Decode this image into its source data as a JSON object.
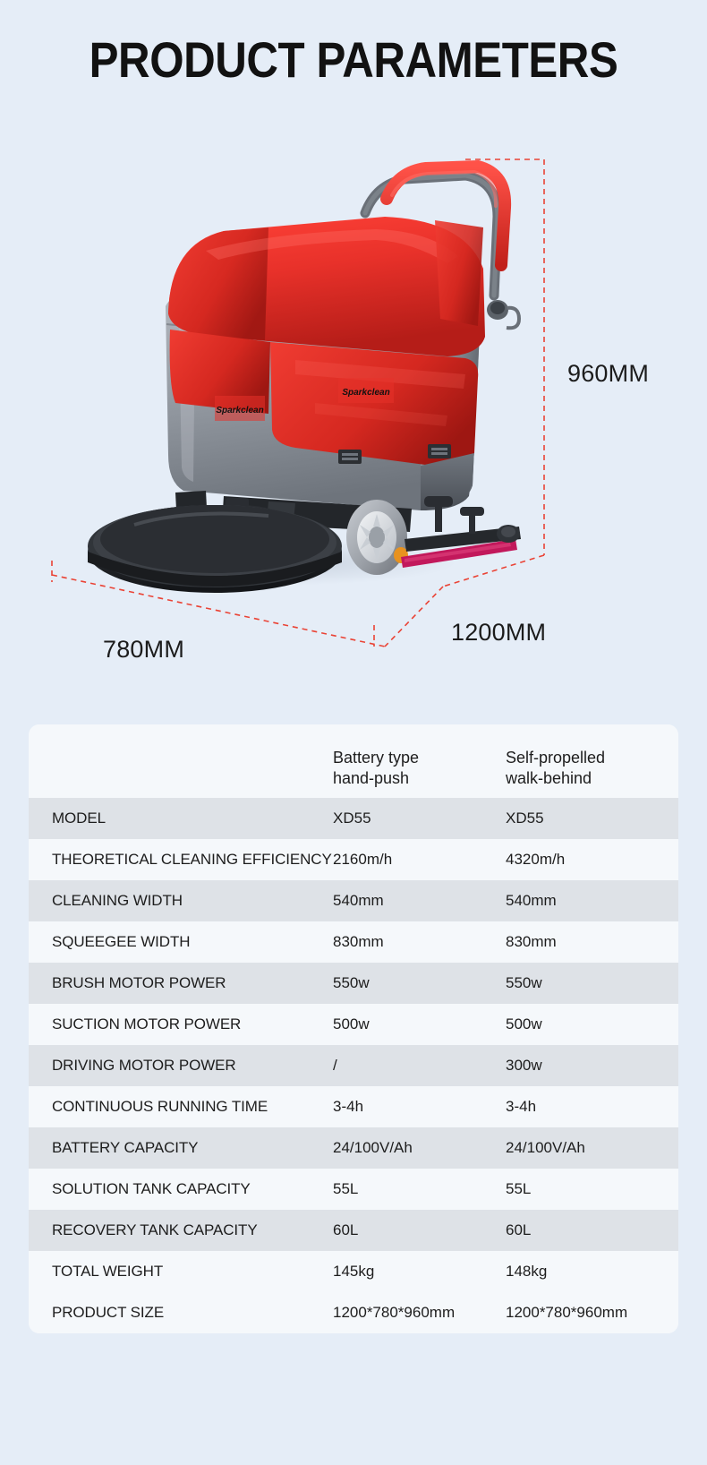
{
  "page": {
    "title": "PRODUCT PARAMETERS",
    "background_color": "#e5edf7",
    "card_color": "#f5f8fb"
  },
  "hero": {
    "product_name": "floor-scrubber",
    "brand_logo_text": "Sparkclean",
    "colors": {
      "body_red": "#e8312a",
      "body_gray": "#8e949c",
      "deck_black": "#1f2124",
      "squeegee_magenta": "#c2185b",
      "dimension_line": "#ea4335"
    },
    "dimensions": {
      "height": "960MM",
      "width": "780MM",
      "depth": "1200MM"
    }
  },
  "spec_table": {
    "columns": [
      {
        "label": "",
        "line1": "",
        "line2": ""
      },
      {
        "label": "Battery type hand-push",
        "line1": "Battery type",
        "line2": "hand-push"
      },
      {
        "label": "Self-propelled walk-behind",
        "line1": "Self-propelled",
        "line2": "walk-behind"
      }
    ],
    "rows": [
      {
        "name": "MODEL",
        "v1": "XD55",
        "v2": "XD55"
      },
      {
        "name": "THEORETICAL CLEANING EFFICIENCY",
        "v1": "2160m/h",
        "v2": "4320m/h"
      },
      {
        "name": "CLEANING WIDTH",
        "v1": "540mm",
        "v2": "540mm"
      },
      {
        "name": "SQUEEGEE WIDTH",
        "v1": "830mm",
        "v2": "830mm"
      },
      {
        "name": "BRUSH MOTOR POWER",
        "v1": "550w",
        "v2": "550w"
      },
      {
        "name": "SUCTION MOTOR POWER",
        "v1": "500w",
        "v2": "500w"
      },
      {
        "name": "DRIVING MOTOR POWER",
        "v1": "/",
        "v2": "300w"
      },
      {
        "name": "CONTINUOUS RUNNING TIME",
        "v1": "3-4h",
        "v2": "3-4h"
      },
      {
        "name": "BATTERY CAPACITY",
        "v1": "24/100V/Ah",
        "v2": "24/100V/Ah"
      },
      {
        "name": "SOLUTION TANK CAPACITY",
        "v1": "55L",
        "v2": "55L"
      },
      {
        "name": "RECOVERY TANK CAPACITY",
        "v1": "60L",
        "v2": "60L"
      },
      {
        "name": "TOTAL WEIGHT",
        "v1": "145kg",
        "v2": "148kg"
      },
      {
        "name": "PRODUCT SIZE",
        "v1": "1200*780*960mm",
        "v2": "1200*780*960mm"
      }
    ]
  }
}
